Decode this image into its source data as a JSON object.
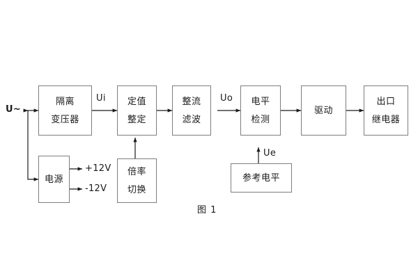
{
  "figure": {
    "caption": "图 1",
    "line_color": "#7d7d7d",
    "text_color": "#1b1b1b",
    "background": "#ffffff"
  },
  "blocks": [
    {
      "id": "isolation-transformer",
      "lines": [
        "隔离",
        "变压器"
      ]
    },
    {
      "id": "setting-value",
      "lines": [
        "定值",
        "整定"
      ]
    },
    {
      "id": "rectify-filter",
      "lines": [
        "整流",
        "滤波"
      ]
    },
    {
      "id": "level-detect",
      "lines": [
        "电平",
        "检测"
      ]
    },
    {
      "id": "driver",
      "lines": [
        "驱动"
      ]
    },
    {
      "id": "output-relay",
      "lines": [
        "出口",
        "继电器"
      ]
    },
    {
      "id": "power-supply",
      "lines": [
        "电源"
      ]
    },
    {
      "id": "multiplier-switch",
      "lines": [
        "倍率",
        "切换"
      ]
    },
    {
      "id": "reference-level",
      "lines": [
        "参考电平"
      ]
    }
  ],
  "signals": {
    "input_source": "U~",
    "ui": "Ui",
    "uo": "Uo",
    "ue": "Ue",
    "rail_positive": "+12V",
    "rail_negative": "-12V"
  }
}
